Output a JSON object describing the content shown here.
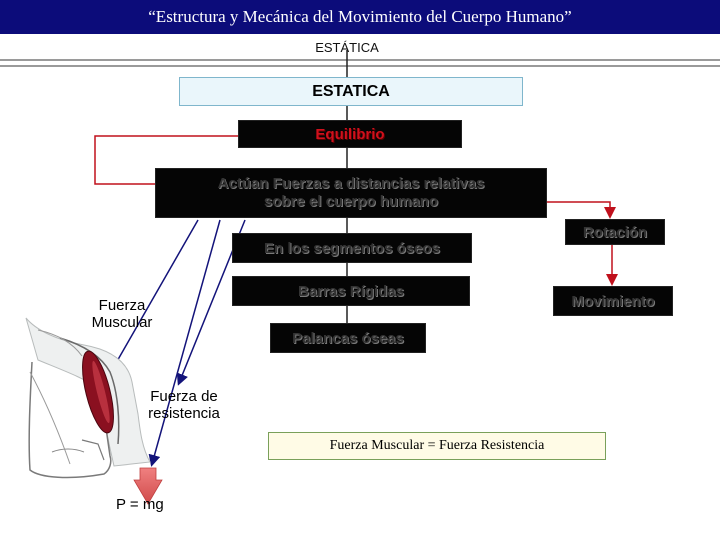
{
  "header": {
    "title": "“Estructura y Mecánica del Movimiento del Cuerpo Humano”",
    "subtitle": "ESTÁTICA"
  },
  "diagram": {
    "estatica": "ESTATICA",
    "equilibrio": "Equilibrio",
    "actuan_line1": "Actúan  Fuerzas a distancias relativas",
    "actuan_line2": "sobre el cuerpo humano",
    "segmentos": "En los segmentos óseos",
    "barras": "Barras  Rígidas",
    "palancas": "Palancas óseas",
    "rotacion": "Rotación",
    "movimiento": "Movimiento",
    "fuerza_muscular_line1": "Fuerza",
    "fuerza_muscular_line2": "Muscular",
    "fuerza_resistencia_line1": "Fuerza de",
    "fuerza_resistencia_line2": "resistencia",
    "equation": "Fuerza Muscular   =  Fuerza Resistencia",
    "weight_label": "P =  mg"
  },
  "colors": {
    "title_bar": "#0c0c7a",
    "connector_red": "#c0101c",
    "arrow_blue": "#13137a",
    "muscle": "#8a1020"
  }
}
